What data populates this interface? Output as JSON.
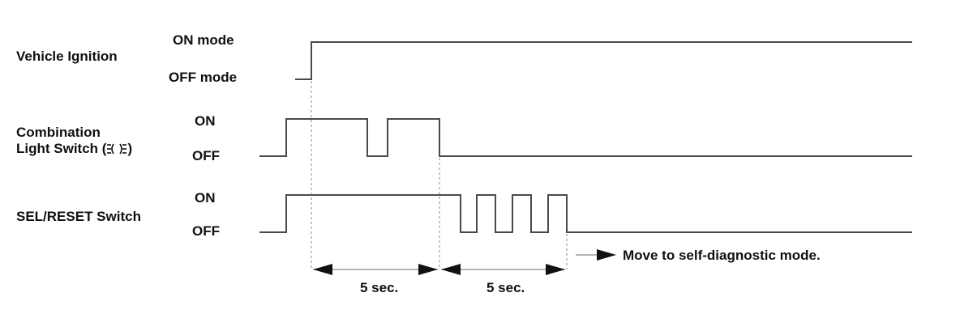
{
  "signals": {
    "ignition": {
      "name": "Vehicle Ignition",
      "high_label": "ON mode",
      "low_label": "OFF mode"
    },
    "combination": {
      "name_line1": "Combination",
      "name_line2": "Light Switch (",
      "name_suffix": ")",
      "high_label": "ON",
      "low_label": "OFF"
    },
    "sel_reset": {
      "name": "SEL/RESET Switch",
      "high_label": "ON",
      "low_label": "OFF"
    }
  },
  "intervals": [
    {
      "label": "5 sec."
    },
    {
      "label": "5 sec."
    }
  ],
  "result_note": "Move to self-diagnostic mode.",
  "colors": {
    "trace": "#4a4a4a",
    "guide": "#888888",
    "arrow": "#111111"
  },
  "icons": {
    "headlight": "headlight-icon"
  }
}
